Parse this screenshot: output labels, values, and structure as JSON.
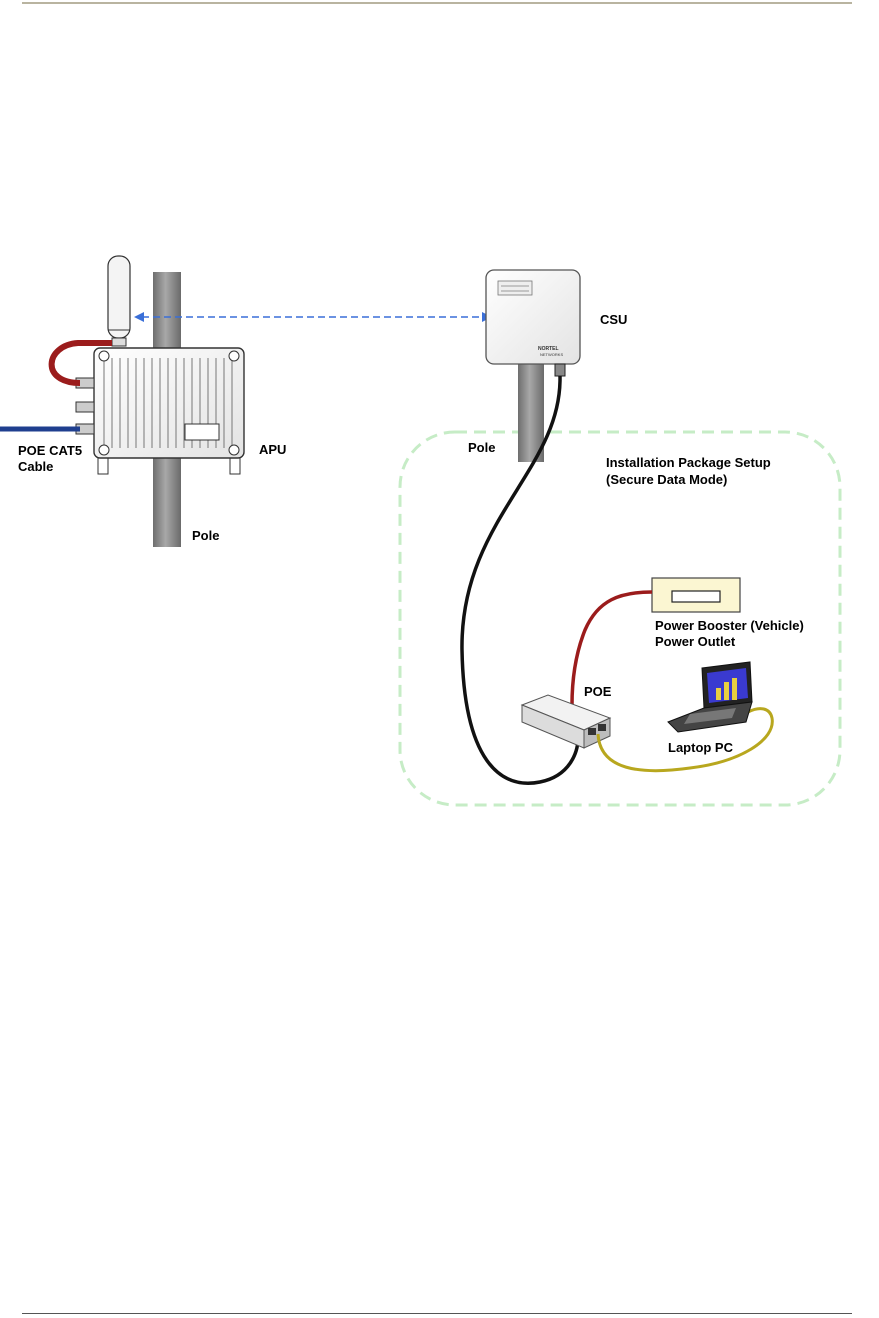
{
  "labels": {
    "csu": "CSU",
    "apu": "APU",
    "pole_apu": "Pole",
    "pole_csu": "Pole",
    "poe_cable_line1": "POE CAT5",
    "poe_cable_line2": "Cable",
    "install_line1": "Installation Package Setup",
    "install_line2": "(Secure Data Mode)",
    "booster_line1": "Power Booster (Vehicle)",
    "booster_line2": "Power Outlet",
    "poe": "POE",
    "laptop": "Laptop PC",
    "nortel_line1": "NORTEL",
    "nortel_line2": "NETWORKS"
  },
  "colors": {
    "pole": "#8f8f8f",
    "link_arrow": "#3a6fd8",
    "dashed_region": "#c6ecc6",
    "red_cable": "#9b1c1c",
    "blue_cable": "#1f3f8f",
    "black_cable": "#111111",
    "yellow_cable": "#b8a71e",
    "booster_fill": "#fbf6d2"
  }
}
